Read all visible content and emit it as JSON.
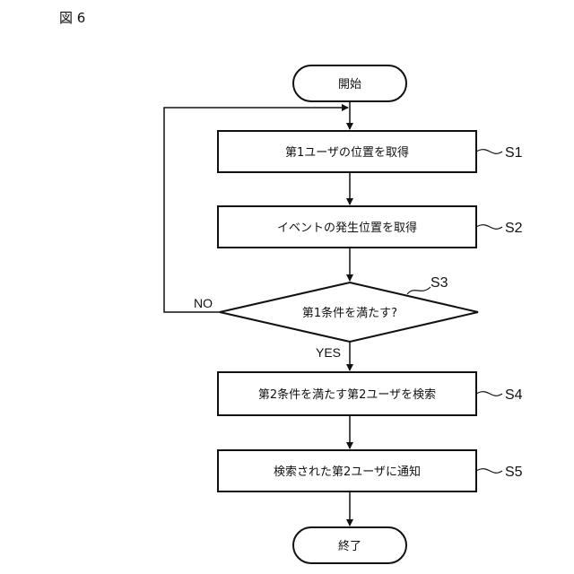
{
  "figure_label": "図 6",
  "nodes": {
    "start": "開始",
    "s1": "第1ユーザの位置を取得",
    "s2": "イベントの発生位置を取得",
    "s3": "第1条件を満たす?",
    "s4": "第2条件を満たす第2ユーザを検索",
    "s5": "検索された第2ユーザに通知",
    "end": "終了"
  },
  "step_labels": {
    "s1": "S1",
    "s2": "S2",
    "s3": "S3",
    "s4": "S4",
    "s5": "S5"
  },
  "branches": {
    "no": "NO",
    "yes": "YES"
  }
}
